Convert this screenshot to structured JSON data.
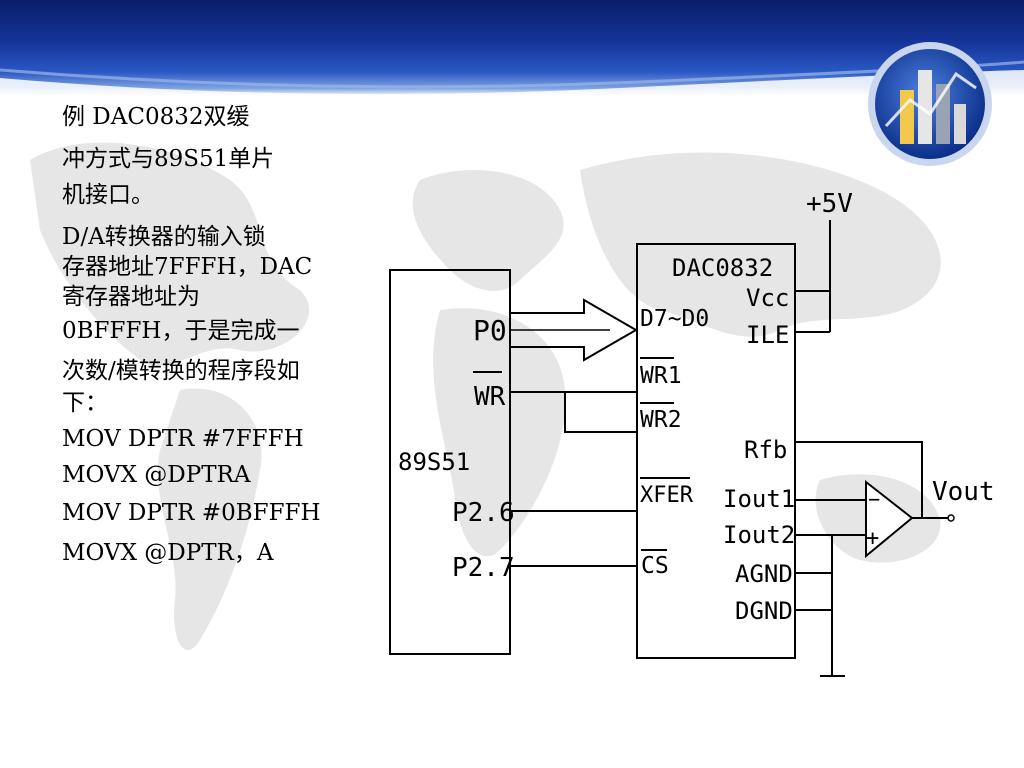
{
  "slide": {
    "description_lines": [
      "例   DAC0832双缓",
      "冲方式与89S51单片",
      "机接口。",
      "     D/A转换器的输入锁",
      "存器地址7FFFH，DAC",
      "寄存器地址为",
      "0BFFFH，于是完成一",
      "次数/模转换的程序段如",
      "下："
    ],
    "code_lines": [
      "MOV DPTR   #7FFFH",
      "MOVX   @DPTRA",
      "MOV   DPTR  #0BFFFH",
      "MOVX   @DPTR，A"
    ]
  },
  "circuit": {
    "mcu_name": "89S51",
    "mcu_pins": {
      "p0": "P0",
      "wr": "WR",
      "p26": "P2.6",
      "p27": "P2.7"
    },
    "dac_name": "DAC0832",
    "dac_pins": {
      "data": "D7~D0",
      "wr1": "WR1",
      "wr2": "WR2",
      "xfer": "XFER",
      "cs": "CS",
      "vcc": "Vcc",
      "ile": "ILE",
      "rfb": "Rfb",
      "iout1": "Iout1",
      "iout2": "Iout2",
      "agnd": "AGND",
      "dgnd": "DGND"
    },
    "supply": "+5V",
    "output": "Vout",
    "opamp": {
      "minus": "−",
      "plus": "+"
    }
  },
  "colors": {
    "header_dark": "#0a1f6b",
    "header_mid": "#2a58c4",
    "map": "#e6e6e6",
    "badge_ring": "#c9d6ee"
  }
}
